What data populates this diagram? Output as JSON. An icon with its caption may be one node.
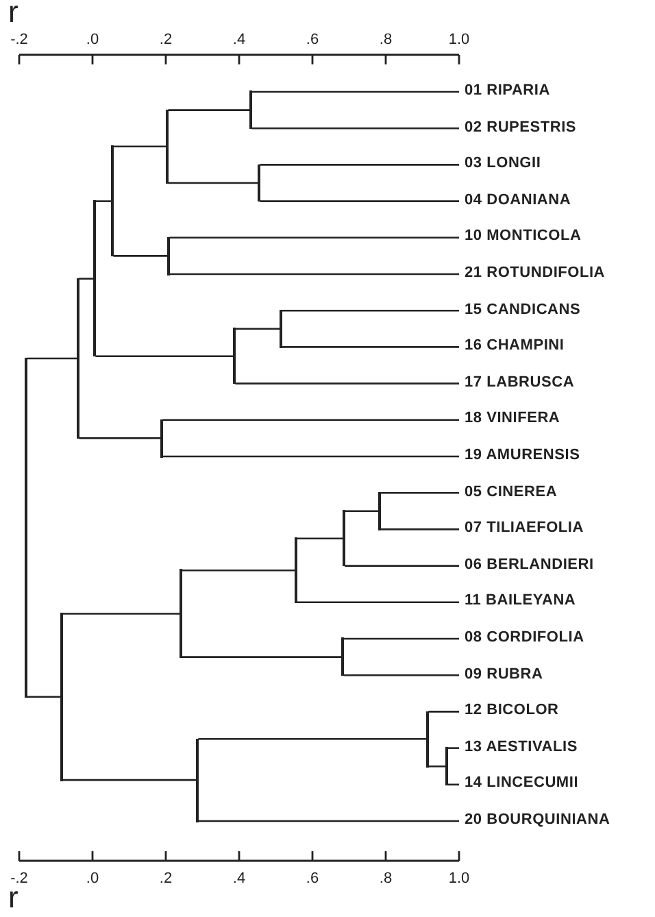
{
  "diagram": {
    "nodes": [
      {
        "text": [
          "01 RIPARIA"
        ]
      },
      {
        "text": [
          "02 RUPESTRIS"
        ]
      },
      {
        "text": [
          "03 LONGII"
        ]
      },
      {
        "text": [
          "04 DOANIANA"
        ]
      },
      {
        "text": [
          "10 MONTICOLA"
        ]
      },
      {
        "text": [
          "21 ROTUNDIFOLIA"
        ]
      },
      {
        "text": [
          "15 CANDICANS"
        ]
      },
      {
        "text": [
          "16 CHAMPINI"
        ]
      },
      {
        "text": [
          "17 LABRUSCA"
        ]
      },
      {
        "text": [
          "18 VINIFERA"
        ]
      },
      {
        "text": [
          "19 AMURENSIS"
        ]
      },
      {
        "text": [
          "05 CINEREA"
        ]
      },
      {
        "text": [
          "07 TILIAEFOLIA"
        ]
      },
      {
        "text": [
          "06 BERLANDIERI"
        ]
      },
      {
        "text": [
          "11 BAILEYANA"
        ]
      },
      {
        "text": [
          "08 CORDIFOLIA"
        ]
      },
      {
        "text": [
          "09 RUBRA"
        ]
      },
      {
        "text": [
          "12 BICOLOR"
        ]
      },
      {
        "text": [
          "13 AESTIVALIS"
        ]
      },
      {
        "text": [
          "14 LINCECUMII"
        ]
      },
      {
        "text": [
          "20 BOURQUINIANA"
        ]
      },
      {
        "text": [],
        "shape": "bar"
      },
      {
        "text": [],
        "shape": "bar"
      },
      {
        "text": [],
        "shape": "bar"
      },
      {
        "text": [],
        "shape": "bar"
      },
      {
        "text": [],
        "shape": "bar"
      },
      {
        "text": [],
        "shape": "bar"
      },
      {
        "text": [],
        "shape": "bar"
      },
      {
        "text": [],
        "shape": "bar"
      },
      {
        "text": [],
        "shape": "bar"
      },
      {
        "text": [],
        "shape": "bar"
      },
      {
        "text": [],
        "shape": "bar"
      },
      {
        "text": [],
        "shape": "bar"
      },
      {
        "text": [],
        "shape": "bar"
      },
      {
        "text": [],
        "shape": "bar"
      },
      {
        "text": [],
        "shape": "bar"
      },
      {
        "text": [],
        "shape": "bar"
      },
      {
        "text": [],
        "shape": "bar"
      },
      {
        "text": [],
        "shape": "bar"
      },
      {
        "text": [],
        "shape": "bar"
      },
      {
        "text": [],
        "shape": "bar"
      }
    ],
    "edges": [
      {
        "from": 21,
        "to": 22,
        "arrow": "none"
      },
      {
        "from": 21,
        "to": 32,
        "arrow": "none"
      },
      {
        "from": 22,
        "to": 23,
        "arrow": "none"
      },
      {
        "from": 22,
        "to": 31,
        "arrow": "none"
      },
      {
        "from": 23,
        "to": 24,
        "arrow": "none"
      },
      {
        "from": 23,
        "to": 29,
        "arrow": "none"
      },
      {
        "from": 24,
        "to": 25,
        "arrow": "none"
      },
      {
        "from": 24,
        "to": 28,
        "arrow": "none"
      },
      {
        "from": 25,
        "to": 26,
        "arrow": "none"
      },
      {
        "from": 25,
        "to": 27,
        "arrow": "none"
      },
      {
        "from": 26,
        "to": 0,
        "arrow": "none"
      },
      {
        "from": 26,
        "to": 1,
        "arrow": "none"
      },
      {
        "from": 27,
        "to": 2,
        "arrow": "none"
      },
      {
        "from": 27,
        "to": 3,
        "arrow": "none"
      },
      {
        "from": 28,
        "to": 4,
        "arrow": "none"
      },
      {
        "from": 28,
        "to": 5,
        "arrow": "none"
      },
      {
        "from": 29,
        "to": 30,
        "arrow": "none"
      },
      {
        "from": 29,
        "to": 8,
        "arrow": "none"
      },
      {
        "from": 30,
        "to": 6,
        "arrow": "none"
      },
      {
        "from": 30,
        "to": 7,
        "arrow": "none"
      },
      {
        "from": 31,
        "to": 9,
        "arrow": "none"
      },
      {
        "from": 31,
        "to": 10,
        "arrow": "none"
      },
      {
        "from": 32,
        "to": 33,
        "arrow": "none"
      },
      {
        "from": 32,
        "to": 38,
        "arrow": "none"
      },
      {
        "from": 33,
        "to": 34,
        "arrow": "none"
      },
      {
        "from": 33,
        "to": 37,
        "arrow": "none"
      },
      {
        "from": 34,
        "to": 35,
        "arrow": "none"
      },
      {
        "from": 34,
        "to": 14,
        "arrow": "none"
      },
      {
        "from": 35,
        "to": 36,
        "arrow": "none"
      },
      {
        "from": 35,
        "to": 13,
        "arrow": "none"
      },
      {
        "from": 36,
        "to": 11,
        "arrow": "none"
      },
      {
        "from": 36,
        "to": 12,
        "arrow": "none"
      },
      {
        "from": 37,
        "to": 15,
        "arrow": "none"
      },
      {
        "from": 37,
        "to": 16,
        "arrow": "none"
      },
      {
        "from": 38,
        "to": 39,
        "arrow": "none"
      },
      {
        "from": 38,
        "to": 20,
        "arrow": "none"
      },
      {
        "from": 39,
        "to": 17,
        "arrow": "none"
      },
      {
        "from": 39,
        "to": 40,
        "arrow": "none"
      },
      {
        "from": 40,
        "to": 18,
        "arrow": "none"
      },
      {
        "from": 40,
        "to": 19,
        "arrow": "none"
      }
    ],
    "labels": [
      "r",
      "-.2",
      ".0",
      ".2",
      ".4",
      ".6",
      ".8",
      "1.0",
      "-.2",
      ".0",
      ".2",
      ".4",
      ".6",
      ".8",
      "1.0",
      "r"
    ]
  }
}
